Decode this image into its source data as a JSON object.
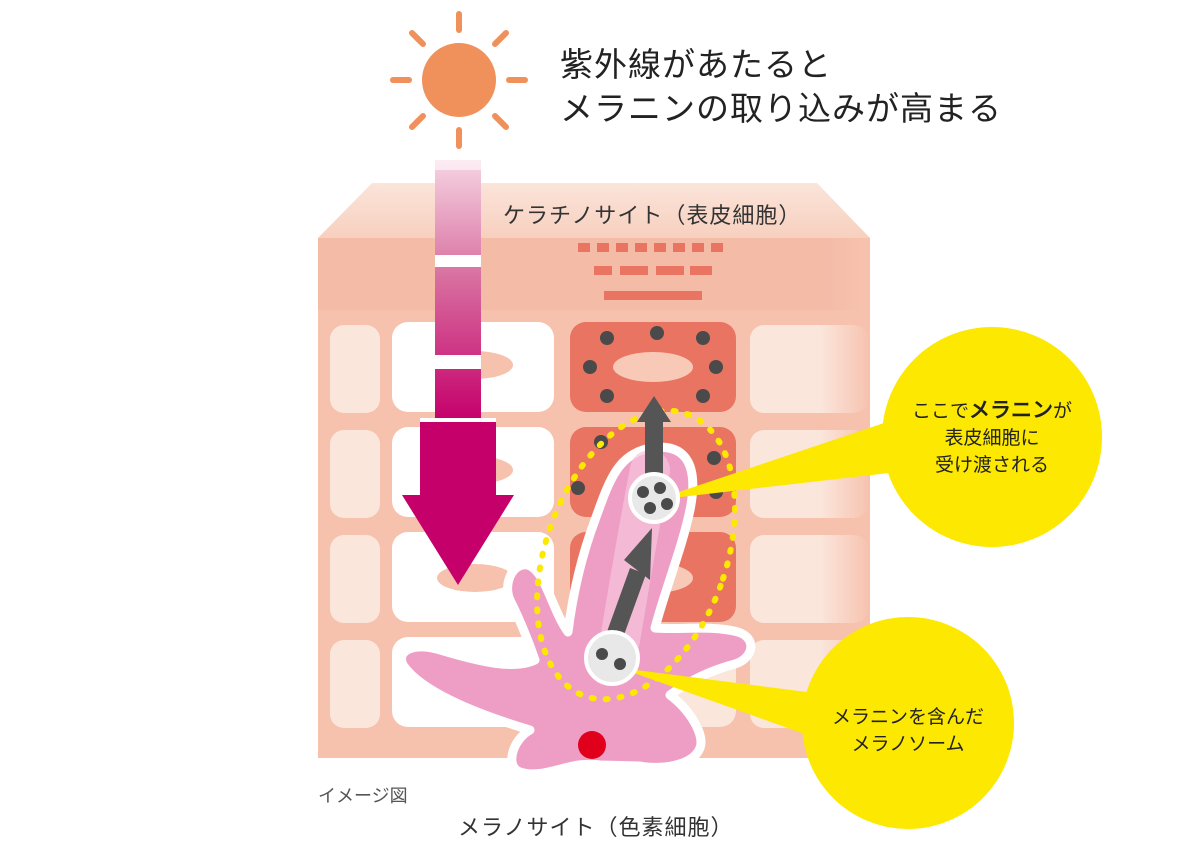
{
  "title": {
    "line1": "紫外線があたると",
    "line2": "メラニンの取り込みが高まる"
  },
  "labels": {
    "keratinocyte": "ケラチノサイト（表皮細胞）",
    "melanocyte": "メラノサイト（色素細胞）",
    "image_note": "イメージ図"
  },
  "callouts": {
    "transfer": {
      "prefix": "ここで",
      "emphasis": "メラニン",
      "suffix": "が",
      "line2": "表皮細胞に",
      "line3": "受け渡される"
    },
    "melanosome": {
      "line1": "メラニンを含んだ",
      "line2": "メラノソーム"
    }
  },
  "icons": [
    "sun-icon",
    "uv-arrow-icon",
    "transport-arrow-icon"
  ],
  "colors": {
    "sun": "#F0915C",
    "uv_arrow": "#C5006B",
    "skin": "#F6C2AE",
    "active_cell": "#E97462",
    "melanocyte": "#EE9EC5",
    "callout": "#FCE800",
    "nucleus": "#E0001B",
    "melanin": "#4A4A4A"
  }
}
